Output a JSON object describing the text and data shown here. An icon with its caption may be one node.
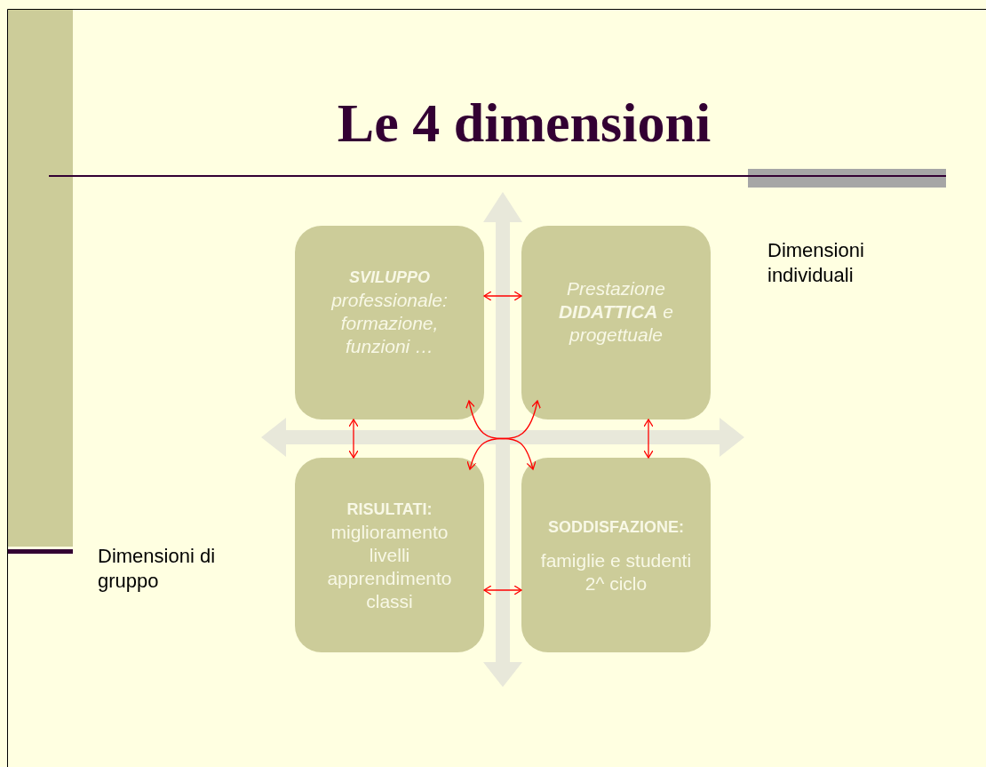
{
  "diagram": {
    "title": "Le 4 dimensioni",
    "nodes": [
      {
        "text": [
          "SVILUPPO",
          "professionale: formazione, funzioni …"
        ]
      },
      {
        "text": [
          "Prestazione **DIDATTICA** e progettuale"
        ]
      },
      {
        "text": [
          "RISULTATI:",
          "miglioramento livelli apprendimento classi"
        ]
      },
      {
        "text": [
          "SODDISFAZIONE:",
          "famiglie e studenti 2^ ciclo"
        ]
      }
    ],
    "edges": [
      {
        "from": 0,
        "to": 1,
        "arrow": "both"
      },
      {
        "from": 0,
        "to": 2,
        "arrow": "both"
      },
      {
        "from": 1,
        "to": 3,
        "arrow": "both"
      },
      {
        "from": 2,
        "to": 3,
        "arrow": "both"
      },
      {
        "from": 0,
        "to": 3,
        "arrow": "both"
      },
      {
        "from": 1,
        "to": 2,
        "arrow": "both"
      }
    ],
    "labels": [
      "Dimensioni individuali",
      "Dimensioni di gruppo"
    ]
  }
}
